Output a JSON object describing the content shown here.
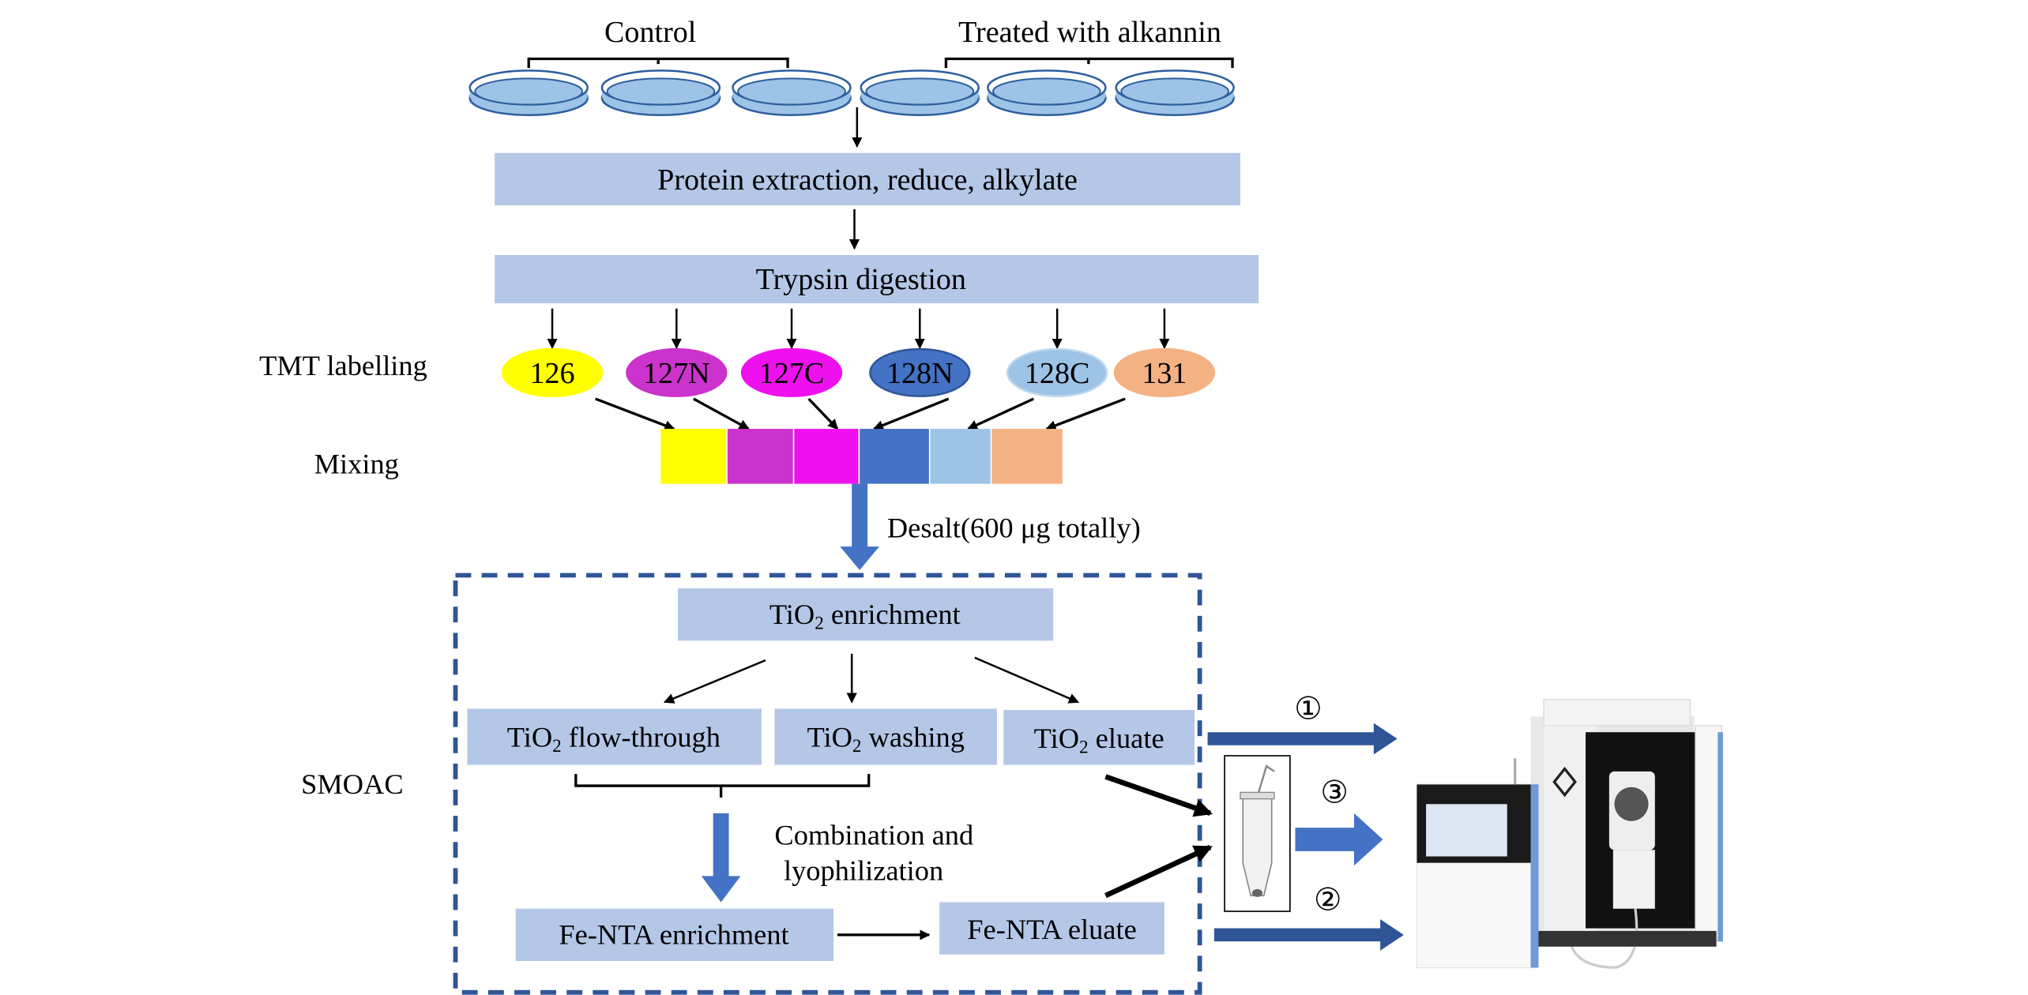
{
  "groups": {
    "control": "Control",
    "treated": "Treated with alkannin"
  },
  "steps": {
    "extraction": "Protein extraction, reduce, alkylate",
    "digestion": "Trypsin digestion",
    "tmt_label": "TMT labelling",
    "mixing_label": "Mixing",
    "desalt": "Desalt(600 μg totally)"
  },
  "tags": [
    {
      "label": "126",
      "color": "#ffff00"
    },
    {
      "label": "127N",
      "color": "#cc33cc"
    },
    {
      "label": "127C",
      "color": "#ee11ee"
    },
    {
      "label": "128N",
      "color": "#4472c4"
    },
    {
      "label": "128C",
      "color": "#9dc3e6"
    },
    {
      "label": "131",
      "color": "#f4b183"
    }
  ],
  "smoac": {
    "label": "SMOAC",
    "tio2_enrichment": {
      "pre": "TiO",
      "sub": "2",
      "post": " enrichment"
    },
    "tio2_flow": {
      "pre": "TiO",
      "sub": "2",
      "post": " flow-through"
    },
    "tio2_washing": {
      "pre": "TiO",
      "sub": "2",
      "post": " washing"
    },
    "tio2_eluate": {
      "pre": "TiO",
      "sub": "2",
      "post": " eluate"
    },
    "combination_line1": "Combination and",
    "combination_line2": "lyophilization",
    "fenta_enrichment": "Fe-NTA enrichment",
    "fenta_eluate": "Fe-NTA eluate"
  },
  "routes": {
    "r1": "①",
    "r2": "②",
    "r3": "③"
  },
  "colors": {
    "box": "#b4c7e7",
    "accent": "#4472c4",
    "dish": "#9dc3e6",
    "dish_edge": "#2e5e9e",
    "dashed": "#2f5597"
  }
}
